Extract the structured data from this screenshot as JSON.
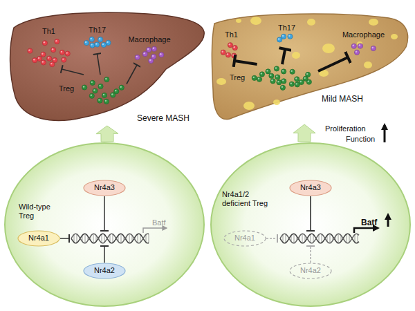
{
  "diagram": {
    "nodes": [
      {
        "text": [
          "Severe MASH"
        ]
      },
      {
        "text": [
          "Th1"
        ],
        "in": 0
      },
      {
        "text": [
          "Th17"
        ],
        "in": 0
      },
      {
        "text": [
          "Macrophage"
        ],
        "in": 0
      },
      {
        "text": [
          "Treg"
        ],
        "in": 0
      },
      {
        "text": [
          "Mild MASH"
        ]
      },
      {
        "text": [
          "Th1"
        ],
        "in": 5
      },
      {
        "text": [
          "Th17"
        ],
        "in": 5
      },
      {
        "text": [
          "Macrophage"
        ],
        "in": 5
      },
      {
        "text": [
          "Treg"
        ],
        "in": 5
      },
      {
        "text": [
          "Wild-type Treg"
        ]
      },
      {
        "text": [
          "Nr4a1"
        ],
        "in": 10
      },
      {
        "text": [
          "Nr4a3"
        ],
        "in": 10
      },
      {
        "text": [
          "Nr4a2"
        ],
        "in": 10
      },
      {
        "text": [
          "Nr4a1/2 deficient Treg"
        ]
      },
      {
        "text": [
          "Nr4a3"
        ],
        "in": 14
      },
      {
        "text": [
          "Nr4a1"
        ],
        "in": 14
      },
      {
        "text": [
          "Nr4a2"
        ],
        "in": 14
      }
    ],
    "edges": [
      {
        "from": 4,
        "to": 1,
        "arrow": "to"
      },
      {
        "from": 4,
        "to": 2,
        "arrow": "to"
      },
      {
        "from": 4,
        "to": 3,
        "arrow": "to"
      },
      {
        "from": 9,
        "to": 6,
        "arrow": "to"
      },
      {
        "from": 9,
        "to": 7,
        "arrow": "to"
      },
      {
        "from": 9,
        "to": 8,
        "arrow": "to"
      },
      {
        "from": 10,
        "to": 0,
        "arrow": "to"
      },
      {
        "from": 14,
        "to": 5,
        "arrow": "to"
      }
    ],
    "labels": [
      "Proliferation",
      "Function",
      "Batf",
      "Batf"
    ]
  }
}
